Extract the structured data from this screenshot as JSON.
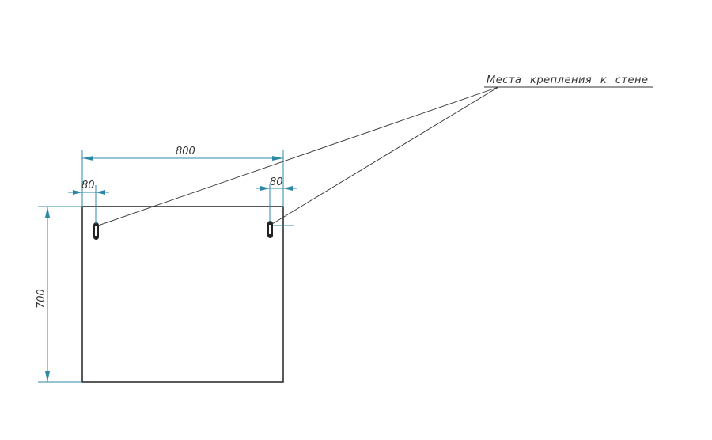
{
  "drawing": {
    "dimensions": {
      "width": "800",
      "height": "700",
      "left_offset": "80",
      "right_offset": "80"
    },
    "note": "Места крепления к стене",
    "colors": {
      "dimension": "#2d88a8",
      "outline": "#222222"
    }
  }
}
